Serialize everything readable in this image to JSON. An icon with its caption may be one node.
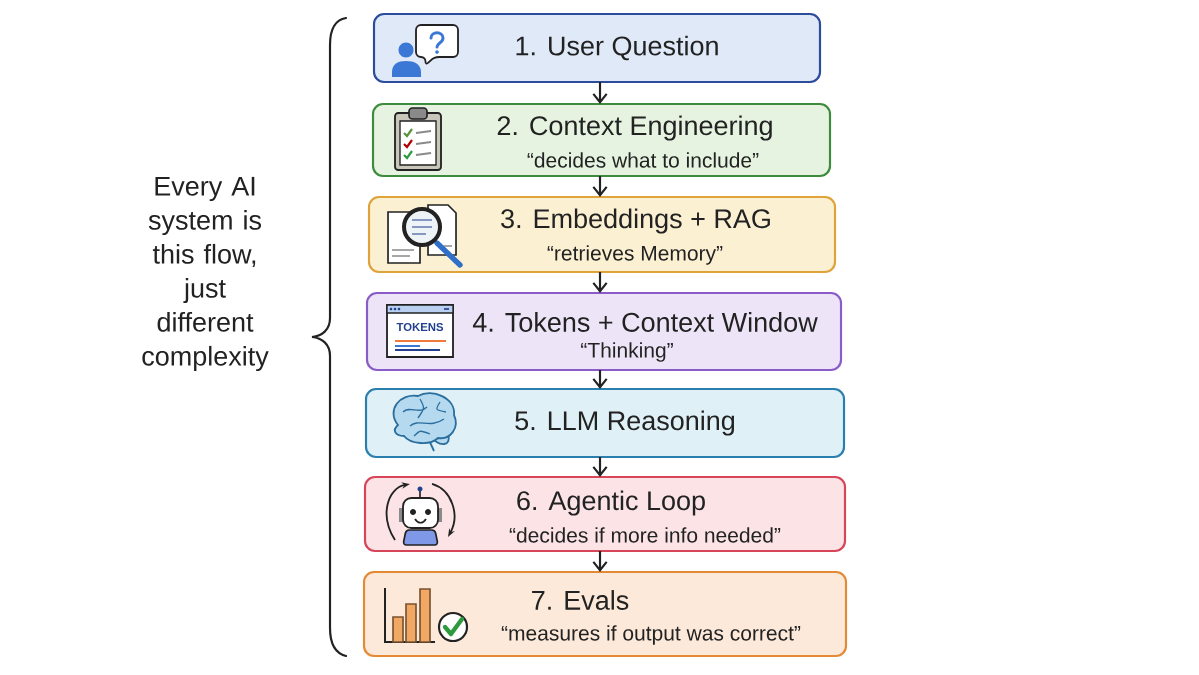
{
  "diagram": {
    "nodes": [
      {
        "text": [
          "1. User Question"
        ]
      },
      {
        "text": [
          "2. Context Engineering",
          "“decides what to include”"
        ]
      },
      {
        "text": [
          "3. Embeddings + RAG",
          "“retrieves Memory”"
        ]
      },
      {
        "text": [
          "4. Tokens + Context Window",
          "“Thinking”"
        ]
      },
      {
        "text": [
          "5. LLM Reasoning"
        ]
      },
      {
        "text": [
          "6. Agentic Loop",
          "“decides if more info needed”"
        ]
      },
      {
        "text": [
          "7. Evals",
          "“measures if output was correct”"
        ]
      }
    ],
    "edges": [
      {
        "from": 0,
        "to": 1,
        "arrow": "to"
      },
      {
        "from": 1,
        "to": 2,
        "arrow": "to"
      },
      {
        "from": 2,
        "to": 3,
        "arrow": "to"
      },
      {
        "from": 3,
        "to": 4,
        "arrow": "to"
      },
      {
        "from": 4,
        "to": 5,
        "arrow": "to"
      },
      {
        "from": 5,
        "to": 6,
        "arrow": "to"
      }
    ],
    "labels": [
      "Every AI system is this flow, just different complexity",
      "TOKENS"
    ]
  }
}
